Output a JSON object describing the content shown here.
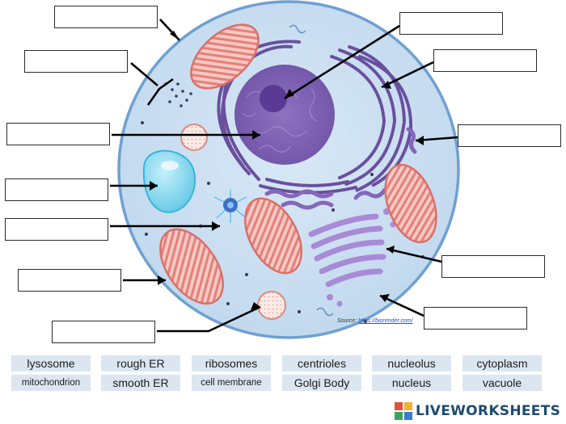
{
  "word_bank": [
    "lysosome",
    "rough ER",
    "ribosomes",
    "centrioles",
    "nucleolus",
    "cytoplasm",
    "mitochondrion",
    "smooth ER",
    "cell membrane",
    "Golgi Body",
    "nucleus",
    "vacuole"
  ],
  "source": {
    "prefix": "Source: ",
    "link_text": "https://biorender.com/"
  },
  "brand": {
    "name": "LIVEWORKSHEETS"
  },
  "colors": {
    "cell_fill": "#c9def1",
    "cell_border": "#6fa0d2",
    "nucleus": "#7d5fb3",
    "mitochondria": "#e99490",
    "vacuole": "#7ad3ec",
    "pointer": "#000000",
    "word_bank_bg": "#dbe6f1",
    "brand": "#1f4b6e"
  }
}
